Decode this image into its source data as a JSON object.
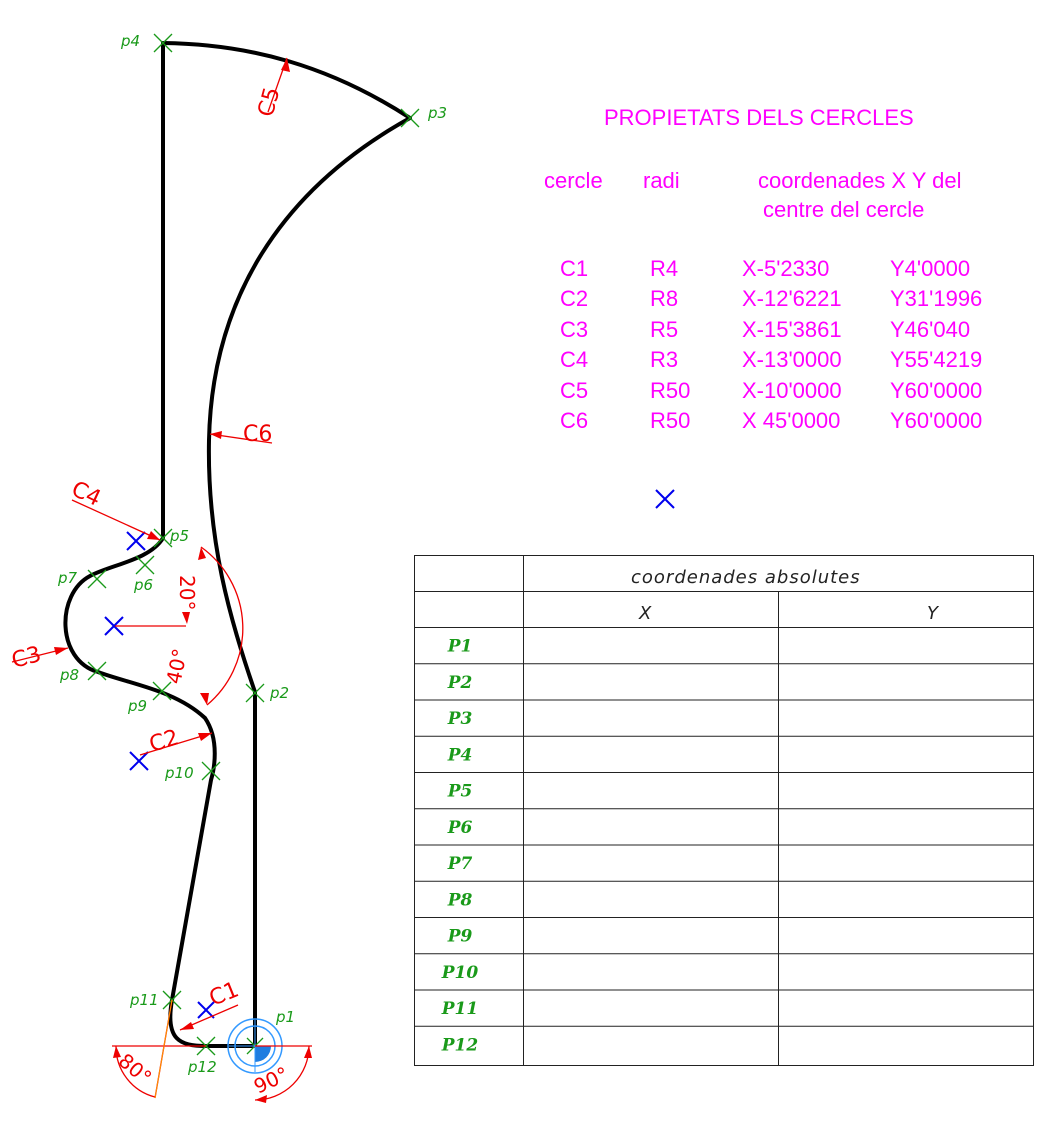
{
  "title": "PROPIETATS DELS CERCLES",
  "properties_headers": {
    "cercle": "cercle",
    "radi": "radi",
    "coords_line1": "coordenades X Y del",
    "coords_line2": "centre del cercle"
  },
  "circles": [
    {
      "name": "C1",
      "radius": "R4",
      "x": "X-5'2330",
      "y": "Y4'0000"
    },
    {
      "name": "C2",
      "radius": "R8",
      "x": "X-12'6221",
      "y": "Y31'1996"
    },
    {
      "name": "C3",
      "radius": "R5",
      "x": "X-15'3861",
      "y": "Y46'040"
    },
    {
      "name": "C4",
      "radius": "R3",
      "x": "X-13'0000",
      "y": "Y55'4219"
    },
    {
      "name": "C5",
      "radius": "R50",
      "x": "X-10'0000",
      "y": "Y60'0000"
    },
    {
      "name": "C6",
      "radius": "R50",
      "x": "X 45'0000",
      "y": "Y60'0000"
    }
  ],
  "table": {
    "header": "coordenades absolutes",
    "col_x": "X",
    "col_y": "Y",
    "rows": [
      "P1",
      "P2",
      "P3",
      "P4",
      "P5",
      "P6",
      "P7",
      "P8",
      "P9",
      "P10",
      "P11",
      "P12"
    ]
  },
  "drawing": {
    "point_labels": [
      "p1",
      "p2",
      "p3",
      "p4",
      "p5",
      "p6",
      "p7",
      "p8",
      "p9",
      "p10",
      "p11",
      "p12"
    ],
    "arc_labels": [
      "C1",
      "C2",
      "C3",
      "C4",
      "C5",
      "C6"
    ],
    "angles": [
      "20°",
      "40°",
      "80°",
      "90°"
    ]
  },
  "colors": {
    "text_magenta": "#ff00ff",
    "point_green": "#1a9a1a",
    "dimension_red": "#ee0000",
    "center_blue": "#0000ee",
    "profile_black": "#000000"
  }
}
